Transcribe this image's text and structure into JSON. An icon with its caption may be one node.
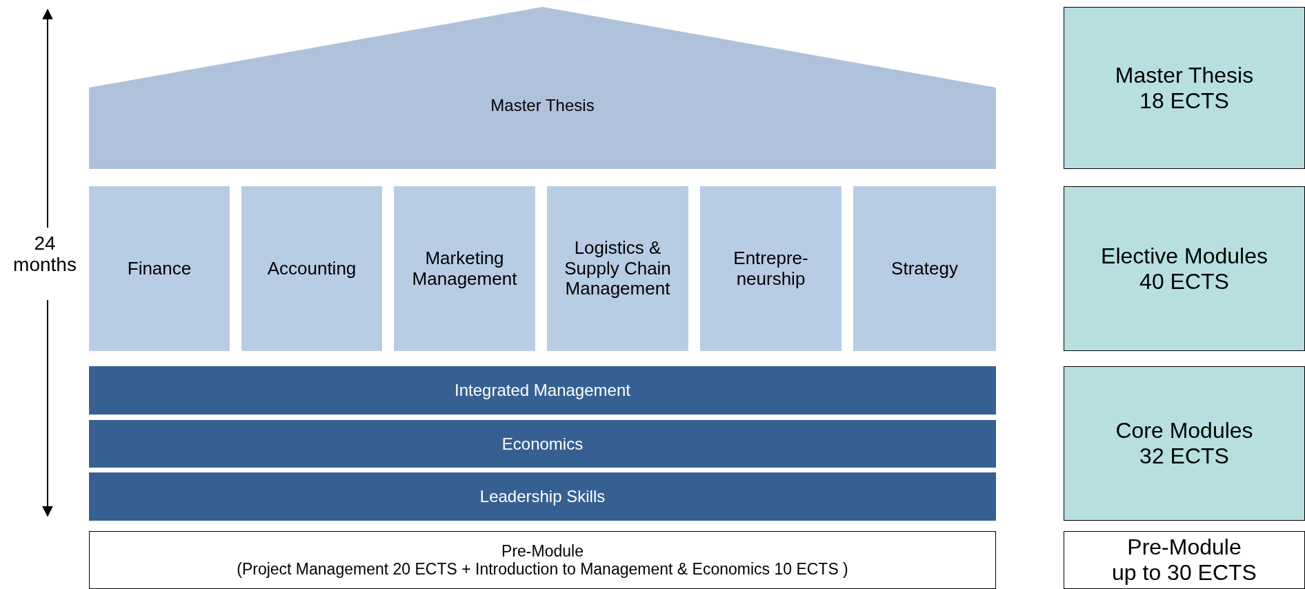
{
  "diagram": {
    "nodes": [
      {
        "text": [
          "Master Thesis"
        ]
      },
      {
        "text": [
          "Finance"
        ]
      },
      {
        "text": [
          "Accounting"
        ]
      },
      {
        "text": [
          "Marketing Management"
        ]
      },
      {
        "text": [
          "Logistics & Supply Chain Management"
        ]
      },
      {
        "text": [
          "Entrepre- neurship"
        ]
      },
      {
        "text": [
          "Strategy"
        ]
      },
      {
        "text": [
          "Integrated Management"
        ]
      },
      {
        "text": [
          "Economics"
        ]
      },
      {
        "text": [
          "Leadership Skills"
        ]
      },
      {
        "text": [
          "Pre-Module",
          "(Project Management 20 ECTS + Introduction to Management & Economics 10 ECTS )"
        ]
      },
      {
        "text": [
          "Master Thesis",
          "18 ECTS"
        ]
      },
      {
        "text": [
          "Elective Modules",
          "40 ECTS"
        ]
      },
      {
        "text": [
          "Core Modules",
          "32 ECTS"
        ]
      },
      {
        "text": [
          "Pre-Module",
          "up to 30 ECTS"
        ]
      }
    ],
    "edges": [],
    "labels": [
      "24 months"
    ]
  }
}
